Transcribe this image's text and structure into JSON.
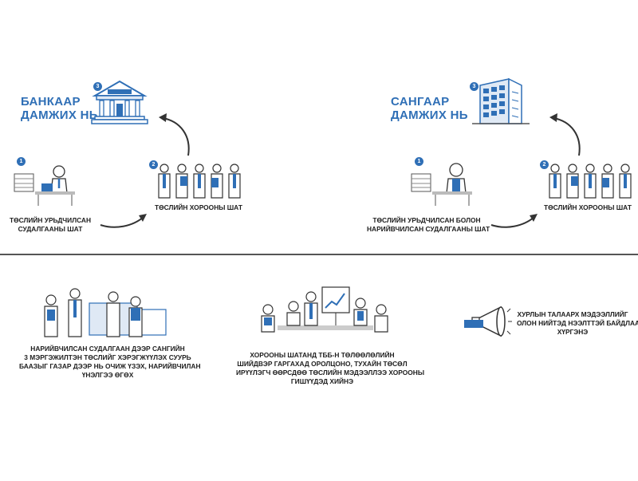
{
  "bank_flow": {
    "title_line1": "БАНКААР",
    "title_line2": "ДАМЖИХ НЬ",
    "step1_number": "1",
    "step2_number": "2",
    "step3_number": "3",
    "step1_caption_line1": "ТӨСЛИЙН УРЬДЧИЛСАН",
    "step1_caption_line2": "СУДАЛГААНЫ ШАТ",
    "step2_caption": "ТӨСЛИЙН ХОРООНЫ ШАТ"
  },
  "fund_flow": {
    "title_line1": "САНГААР",
    "title_line2": "ДАМЖИХ НЬ",
    "step1_number": "1",
    "step2_number": "2",
    "step3_number": "3",
    "step1_caption_line1": "ТӨСЛИЙН УРЬДЧИЛСАН БОЛОН",
    "step1_caption_line2": "НАРИЙВЧИЛСАН СУДАЛГААНЫ ШАТ",
    "step2_caption": "ТӨСЛИЙН ХОРООНЫ ШАТ"
  },
  "bottom": {
    "item1_line1": "НАРИЙВЧИЛСАН СУДАЛГААН ДЭЭР САНГИЙН",
    "item1_line2": "3 МЭРГЭЖИЛТЭН ТӨСЛИЙГ ХЭРЭГЖҮҮЛЭХ СУУРЬ",
    "item1_line3": "БААЗЫГ ГАЗАР ДЭЭР НЬ ОЧИЖ ҮЗЭХ, НАРИЙВЧИЛАН",
    "item1_line4": "ҮНЭЛГЭЭ ӨГӨХ",
    "item2_line1": "ХОРООНЫ ШАТАНД ТББ-Н ТӨЛӨӨЛӨЛИЙН",
    "item2_line2": "ШИЙДВЭР ГАРГАХАД ОРОЛЦОНО, ТУХАЙН ТӨСӨЛ",
    "item2_line3": "ИРҮҮЛЭГЧ ӨӨРСДӨӨ ТӨСЛИЙН МЭДЭЭЛЛЭЭ ХОРООНЫ",
    "item2_line4": "ГИШҮҮДЭД ХИЙНЭ",
    "item3_line1": "ХУРЛЫН ТАЛААРХ МЭДЭЭЛЛИЙГ",
    "item3_line2": "ОЛОН НИЙТЭД НЭЭЛТТЭЙ БАЙДЛААР",
    "item3_line3": "ХҮРГЭНЭ"
  },
  "colors": {
    "accent": "#2f6fb6",
    "ink": "#1e1e1e",
    "divider": "#555555"
  },
  "icons": [
    "bank-building-icon",
    "office-building-icon",
    "megaphone-icon",
    "flow-arrow-icon"
  ]
}
